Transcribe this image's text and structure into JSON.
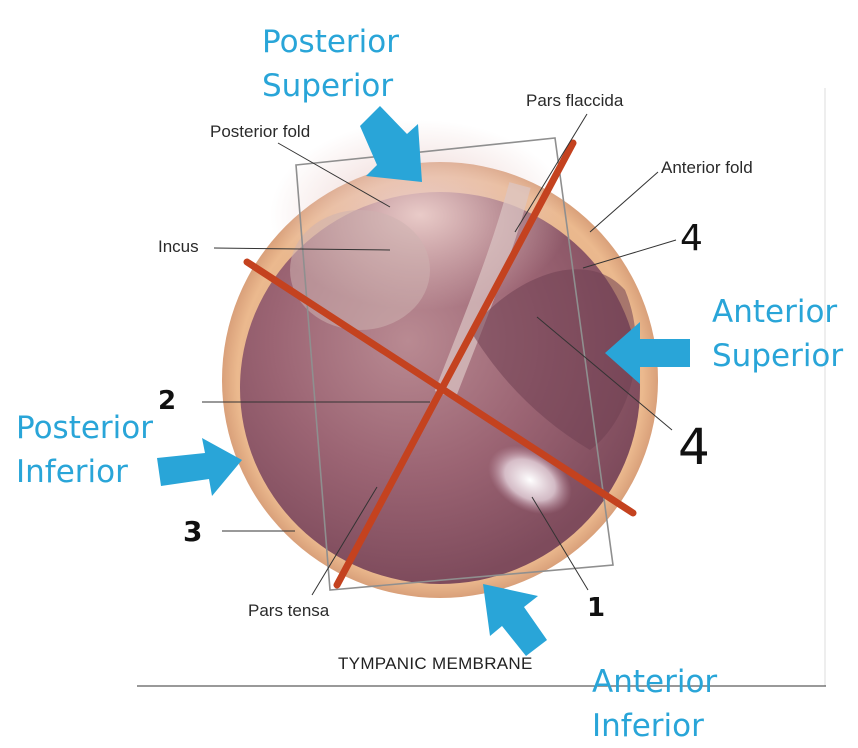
{
  "diagram": {
    "caption": "TYMPANIC MEMBRANE",
    "anatomy_labels": {
      "posterior_fold": "Posterior fold",
      "pars_flaccida": "Pars flaccida",
      "anterior_fold": "Anterior fold",
      "incus": "Incus",
      "pars_tensa": "Pars tensa"
    },
    "quadrant_labels": {
      "posterior_superior": [
        "Posterior",
        "Superior"
      ],
      "anterior_superior": [
        "Anterior",
        "Superior"
      ],
      "posterior_inferior": [
        "Posterior",
        "Inferior"
      ],
      "anterior_inferior": [
        "Anterior",
        "Inferior"
      ]
    },
    "handwritten_numbers": {
      "n1": "1",
      "n2": "2",
      "n3": "3",
      "n4_top": "4",
      "n4_mid": "4"
    },
    "colors": {
      "quadrant_arrow": "#29a5d8",
      "divider_line": "#c4421f",
      "rim": "#e3b083",
      "membrane": "#9a6070",
      "frame": "#8f8f8f"
    }
  }
}
